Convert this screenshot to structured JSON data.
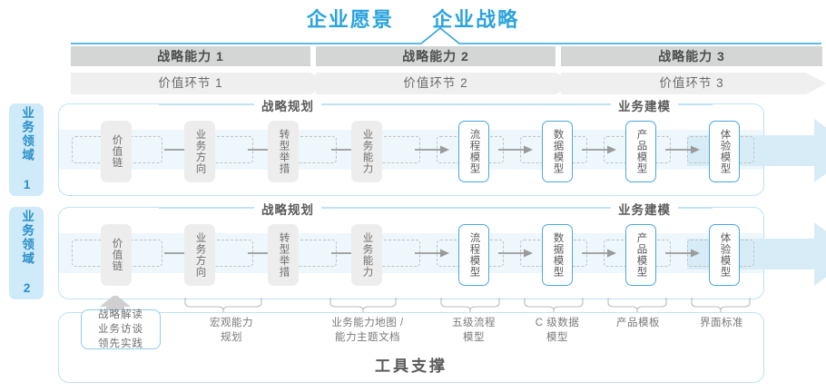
{
  "header": {
    "vision": "企业愿景",
    "strategy": "企业战略"
  },
  "capabilities": [
    {
      "label": "战略能力 1"
    },
    {
      "label": "战略能力 2"
    },
    {
      "label": "战略能力 3"
    }
  ],
  "value_stages": [
    {
      "label": "价值环节 1"
    },
    {
      "label": "价值环节 2"
    },
    {
      "label": "价值环节 3"
    }
  ],
  "domains": [
    {
      "label": "业务领域 1"
    },
    {
      "label": "业务领域 2"
    }
  ],
  "sections": [
    {
      "label": "战略规划"
    },
    {
      "label": "业务建模"
    }
  ],
  "steps": [
    {
      "label": "价值链",
      "style": "gray"
    },
    {
      "label": "业务方向",
      "style": "gray"
    },
    {
      "label": "转型举措",
      "style": "gray"
    },
    {
      "label": "业务能力",
      "style": "gray"
    },
    {
      "label": "流程模型",
      "style": "blue"
    },
    {
      "label": "数据模型",
      "style": "blue"
    },
    {
      "label": "产品模型",
      "style": "blue"
    },
    {
      "label": "体验模型",
      "style": "blue"
    }
  ],
  "tools": {
    "title": "工具支撑",
    "first_box": "战略解读\n业务访谈\n领先实践",
    "items": [
      {
        "label": "宏观能力\n规划"
      },
      {
        "label": "业务能力地图 /\n能力主题文档"
      },
      {
        "label": "五级流程\n模型"
      },
      {
        "label": "C 级数据\n模型"
      },
      {
        "label": "产品模板"
      },
      {
        "label": "界面标准"
      }
    ]
  },
  "colors": {
    "accent_blue": "#2aa3dd",
    "band_blue": "#eef7fc",
    "border_blue": "#bfe3f4",
    "bar_gray": "#d4d6d6",
    "stage_gray": "#efefef",
    "box_gray": "#ededed"
  }
}
